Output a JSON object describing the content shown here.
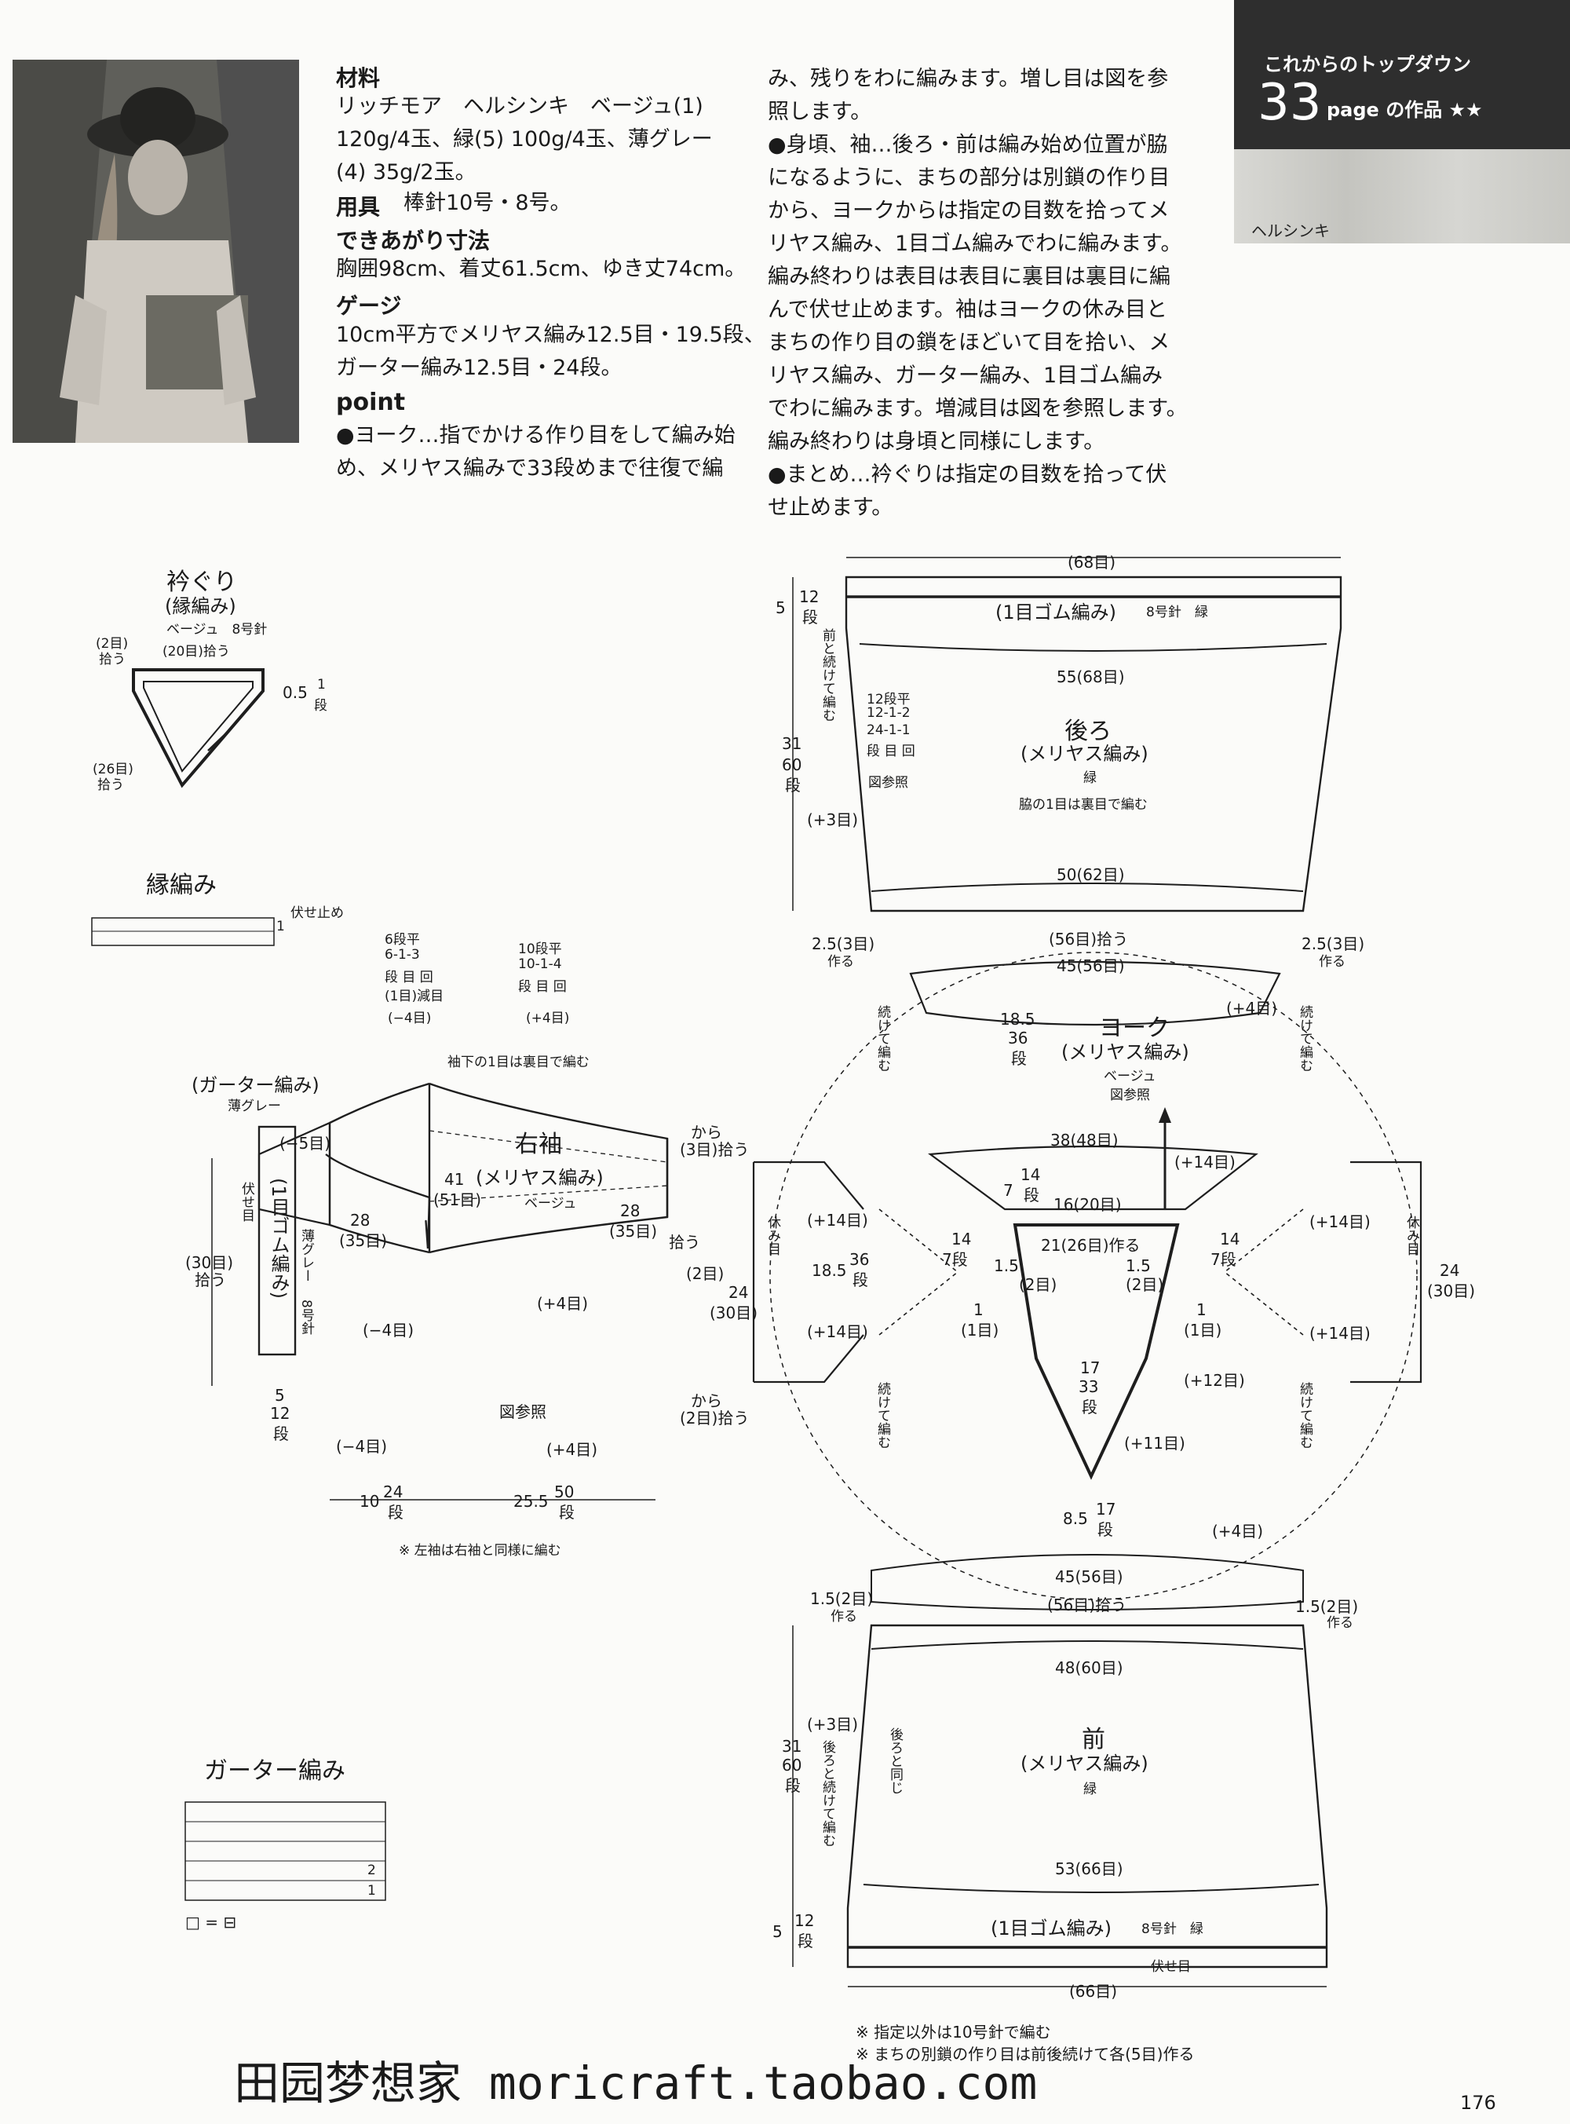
{
  "header": {
    "series": "これからのトップダウン",
    "number": "33",
    "page_ref": "page の作品 ★★",
    "yarn_label": "ヘルシンキ"
  },
  "instructions": {
    "materials_head": "材料",
    "materials": [
      "リッチモア　ヘルシンキ　ベージュ(1)",
      "120g/4玉、緑(5) 100g/4玉、薄グレー",
      "(4) 35g/2玉。"
    ],
    "tools_head": "用具",
    "tools": "棒針10号・8号。",
    "size_head": "できあがり寸法",
    "size": "胸囲98cm、着丈61.5cm、ゆき丈74cm。",
    "gauge_head": "ゲージ",
    "gauge": [
      "10cm平方でメリヤス編み12.5目・19.5段、",
      "ガーター編み12.5目・24段。"
    ],
    "point_head": "point",
    "point_left": [
      "●ヨーク…指でかける作り目をして編み始",
      "め、メリヤス編みで33段めまで往復で編"
    ],
    "point_right": [
      "み、残りをわに編みます。増し目は図を参",
      "照します。",
      "●身頃、袖…後ろ・前は編み始め位置が脇",
      "になるように、まちの部分は別鎖の作り目",
      "から、ヨークからは指定の目数を拾ってメ",
      "リヤス編み、1目ゴム編みでわに編みます。",
      "編み終わりは表目は表目に裏目は裏目に編",
      "んで伏せ止めます。袖はヨークの休み目と",
      "まちの作り目の鎖をほどいて目を拾い、メ",
      "リヤス編み、ガーター編み、1目ゴム編み",
      "でわに編みます。増減目は図を参照します。",
      "編み終わりは身頃と同様にします。",
      "●まとめ…衿ぐりは指定の目数を拾って伏",
      "せ止めます。"
    ]
  },
  "neckline": {
    "title": "衿ぐり",
    "sub": "(縁編み)",
    "yarn": "ベージュ　8号針",
    "pick1": "(20目)拾う",
    "pick2": "(2目)",
    "pick2b": "拾う",
    "pick3": "(26目)",
    "pick3b": "拾う",
    "h": "0.5",
    "h2": "1",
    "h3": "段"
  },
  "edge": {
    "title": "縁編み",
    "bind_off": "伏せ止め",
    "row1": "1"
  },
  "decrease": {
    "star_white": [
      "6段平",
      "6-1-3",
      "段 目 回",
      "(1目)減目",
      "(−4目)"
    ],
    "star_black": [
      "10段平",
      "10-1-4",
      "段 目 回",
      "(+4目)"
    ]
  },
  "sleeve": {
    "title": "右袖",
    "stitch": "(メリヤス編み)",
    "color": "ベージュ",
    "note_under": "袖下の1目は裏目で編む",
    "garter": "(ガーター編み)",
    "garter_color": "薄グレー",
    "cuff": [
      "(1目ゴム編み)"
    ],
    "cuff_color": "薄グレー",
    "cuff_needle": "8号針",
    "cuff_pick": "伏せ目",
    "w_minus5": "(−5目)",
    "w_30": "(30目)",
    "w_30b": "拾う",
    "h5": "5",
    "h12": "12",
    "h12b": "段",
    "w28": "28",
    "w35": "(35目)",
    "w41": "41",
    "w51": "(51目)",
    "w28r": "28",
    "w35r": "(35目)",
    "w35rb": "拾う",
    "from3": "から",
    "from3b": "(3目)拾う",
    "from2": "から",
    "from2b": "(2目)拾う",
    "center2": "(2目)",
    "minus4a": "(−4目)",
    "minus4b": "(−4目)",
    "plus4a": "(+4目)",
    "plus4b": "(+4目)",
    "ref": "図参照",
    "len10": "10",
    "len24": "24",
    "len24b": "段",
    "len255": "25.5",
    "len50": "50",
    "len50b": "段",
    "left_note": "※ 左袖は右袖と同様に編む"
  },
  "back": {
    "title": "後ろ",
    "stitch": "(メリヤス編み)",
    "color": "緑",
    "rib": "(1目ゴム編み)",
    "rib_needle": "8号針　緑",
    "top": "(68目)",
    "w55": "55(68目)",
    "w50": "50(62目)",
    "w56": "(56目)拾う",
    "h5": "5",
    "h12": "12",
    "h12b": "段",
    "h31": "31",
    "h60": "60",
    "h60b": "段",
    "cont": "前と続けて編む",
    "inc": [
      "12段平",
      "12-1-2",
      "24-1-1",
      "段 目 回"
    ],
    "ref": "図参照",
    "plus3": "(+3目)",
    "side_note": "脇の1目は裏目で編む",
    "gusset_l": "2.5(3目)",
    "gusset_lb": "作る",
    "gusset_r": "2.5(3目)",
    "gusset_rb": "作る"
  },
  "yoke": {
    "title": "ヨーク",
    "stitch": "(メリヤス編み)",
    "color": "ベージュ",
    "ref": "図参照",
    "w45top": "45(56目)",
    "plus4top": "(+4目)",
    "h185": "18.5",
    "h36": "36",
    "h36b": "段",
    "w38": "38(48目)",
    "plus14c": "(+14目)",
    "h7": "7",
    "h14": "14",
    "h14b": "段",
    "w16": "16(20目)",
    "w21": "21(26目)作る",
    "cont_l": "続けて編む",
    "cont_r": "続けて編む",
    "rest_l": "休み目",
    "rest_r": "休み目",
    "plus14_l1": "(+14目)",
    "plus14_r1": "(+14目)",
    "plus14_l2": "(+14目)",
    "plus14_r2": "(+14目)",
    "w185": "18.5",
    "w36": "36",
    "w36b": "段",
    "w24l": "24",
    "w30l": "(30目)",
    "w24r": "24",
    "w30r": "(30目)",
    "s14l": "14",
    "s7l": "7段",
    "s14r": "14",
    "s7r": "7段",
    "s15l": "1.5",
    "s2l": "(2目)",
    "s15r": "1.5",
    "s2r": "(2目)",
    "s1l": "1",
    "s1lb": "(1目)",
    "s1r": "1",
    "s1rb": "(1目)",
    "h17": "17",
    "h33": "33",
    "h33b": "段",
    "plus12": "(+12目)",
    "plus11": "(+11目)",
    "w85": "8.5",
    "h17b": "17",
    "h17bb": "段",
    "plus4bot": "(+4目)",
    "w45bot": "45(56目)"
  },
  "front": {
    "title": "前",
    "stitch": "(メリヤス編み)",
    "color": "緑",
    "rib": "(1目ゴム編み)",
    "rib_needle": "8号針　緑",
    "w56": "(56目)拾う",
    "w48": "48(60目)",
    "w53": "53(66目)",
    "bottom": "(66目)",
    "bind": "伏せ目",
    "plus3": "(+3目)",
    "h31": "31",
    "h60": "60",
    "h60b": "段",
    "cont": "後ろと続けて編む",
    "same": "後ろと同じ",
    "h5": "5",
    "h12": "12",
    "h12b": "段",
    "gusset_l": "1.5(2目)",
    "gusset_lb": "作る",
    "gusset_r": "1.5(2目)",
    "gusset_rb": "作る"
  },
  "garter": {
    "title": "ガーター編み",
    "r1": "1",
    "r2": "2",
    "legend": "□ = ⊟"
  },
  "notes": [
    "※ 指定以外は10号針で編む",
    "※ まちの別鎖の作り目は前後続けて各(5目)作る"
  ],
  "footer": {
    "watermark": "田园梦想家 moricraft.taobao.com",
    "page": "176"
  }
}
